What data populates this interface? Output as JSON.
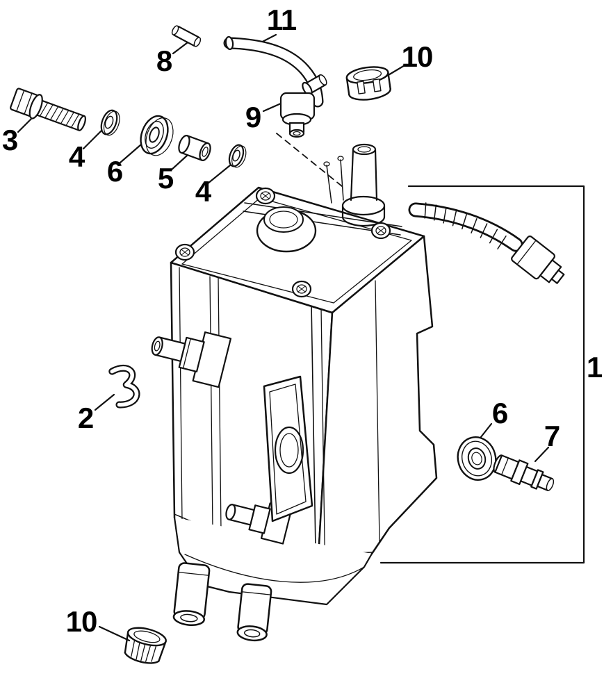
{
  "figure": {
    "background_color": "#ffffff",
    "line_color": "#111111"
  },
  "callouts": {
    "c11": {
      "label": "11"
    },
    "c8": {
      "label": "8"
    },
    "c10_top": {
      "label": "10"
    },
    "c9": {
      "label": "9"
    },
    "c3": {
      "label": "3"
    },
    "c4_left": {
      "label": "4"
    },
    "c6_left": {
      "label": "6"
    },
    "c5": {
      "label": "5"
    },
    "c4_right": {
      "label": "4"
    },
    "c1": {
      "label": "1"
    },
    "c2": {
      "label": "2"
    },
    "c6_right": {
      "label": "6"
    },
    "c7": {
      "label": "7"
    },
    "c10_bottom": {
      "label": "10"
    }
  }
}
